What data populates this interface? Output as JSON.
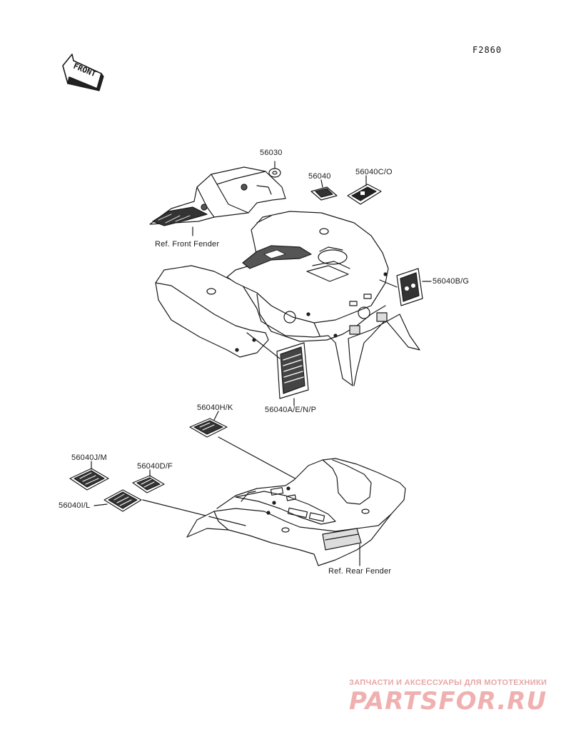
{
  "diagram_code": "F2860",
  "front_arrow_label": "FRONT",
  "labels": {
    "p56030": "56030",
    "p56040": "56040",
    "p56040co": "56040C/O",
    "ref_front_fender": "Ref. Front Fender",
    "p56040bg": "56040B/G",
    "p56040aenp": "56040A/E/N/P",
    "p56040hk": "56040H/K",
    "p56040jm": "56040J/M",
    "p56040df": "56040D/F",
    "p56040il": "56040I/L",
    "ref_rear_fender": "Ref. Rear Fender"
  },
  "watermark": {
    "subtitle": "ЗАПЧАСТИ И АКСЕССУАРЫ ДЛЯ МОТОТЕХНИКИ",
    "logo": "PARTSFOR.RU"
  }
}
